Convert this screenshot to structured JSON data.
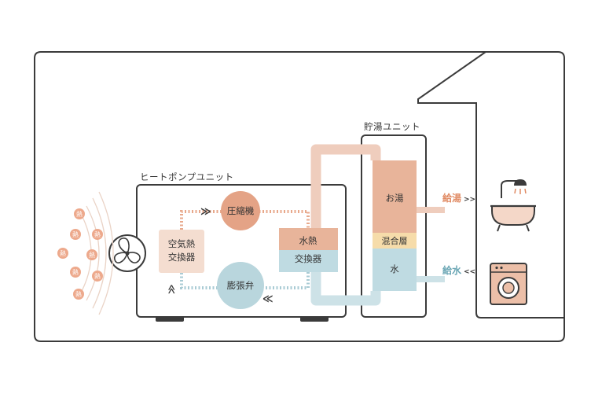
{
  "labels": {
    "heat_pump_unit": "ヒートポンプユニット",
    "storage_unit": "貯湯ユニット",
    "air_hx_line1": "空気熱",
    "air_hx_line2": "交換器",
    "compressor": "圧縮機",
    "expansion_valve": "膨張弁",
    "water_hx_line1": "水熱",
    "water_hx_line2": "交換器",
    "hot_water": "お湯",
    "mixed_layer": "混合層",
    "water": "水",
    "hot_supply": "給湯",
    "water_supply": "給水",
    "heat": "熱"
  },
  "colors": {
    "hot": "#e8b49a",
    "hot_pipe": "#efcdbd",
    "hot_label": "#e08a63",
    "cold": "#bfdbe2",
    "cold_pipe": "#cde2e7",
    "cold_label": "#6aa6b4",
    "mixed": "#f6dcaa",
    "compressor": "#e4a386",
    "valve": "#b9d6dd",
    "air_hx": "#f4ddd0",
    "outline": "#3b3b3b",
    "heat_dot": "#eda98c"
  },
  "icons": {
    "fan": "fan-icon",
    "bath": "bathtub-shower-icon",
    "washer": "washing-machine-icon"
  }
}
